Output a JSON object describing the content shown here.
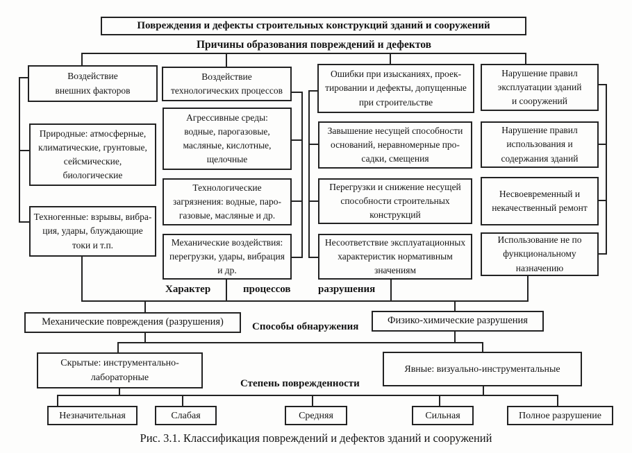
{
  "figure": {
    "title": "Повреждения и дефекты строительных конструкций зданий и сооружений",
    "labels": {
      "causes": "Причины образования повреждений и дефектов",
      "character_1": "Характер",
      "character_2": "процессов",
      "character_3": "разрушения",
      "detection": "Способы обнаружения",
      "degree": "Степень поврежденности"
    },
    "columns": [
      {
        "header": "Воздействие\nвнешних факторов",
        "children": [
          "Природные: атмосферные,\nклиматические, грунтовые,\nсейсмические,\nбиологические",
          "Техногенные: взрывы, вибра-\nция, удары, блуждающие\nтоки и т.п."
        ]
      },
      {
        "header": "Воздействие\nтехнологических процессов",
        "children": [
          "Агрессивные среды:\nводные, парогазовые,\nмасляные, кислотные,\nщелочные",
          "Технологические\nзагрязнения: водные, паро-\nгазовые, масляные и др.",
          "Механические воздействия:\nперегрузки, удары, вибрация\nи др."
        ]
      },
      {
        "header": "Ошибки при изысканиях, проек-\nтировании и дефекты, допущенные\nпри строительстве",
        "children": [
          "Завышение несущей способности\nоснований, неравномерные про-\nсадки, смещения",
          "Перегрузки и снижение несущей\nспособности строительных\nконструкций",
          "Несоответствие эксплуатационных\nхарактеристик нормативным\nзначениям"
        ]
      },
      {
        "header": "Нарушение правил\nэксплуатации зданий\nи сооружений",
        "children": [
          "Нарушение правил\nиспользования и\nсодержания зданий",
          "Несвоевременный и\nнекачественный ремонт",
          "Использование не по\nфункциональному\nназначению"
        ]
      }
    ],
    "character_boxes": [
      "Механические повреждения (разрушения)",
      "Физико-химические разрушения"
    ],
    "detection_boxes": [
      "Скрытые: инструментально-\nлабораторные",
      "Явные: визуально-инструментальные"
    ],
    "degree_boxes": [
      "Незначительная",
      "Слабая",
      "Средняя",
      "Сильная",
      "Полное разрушение"
    ],
    "caption": "Рис. 3.1. Классификация повреждений и дефектов зданий и сооружений"
  }
}
